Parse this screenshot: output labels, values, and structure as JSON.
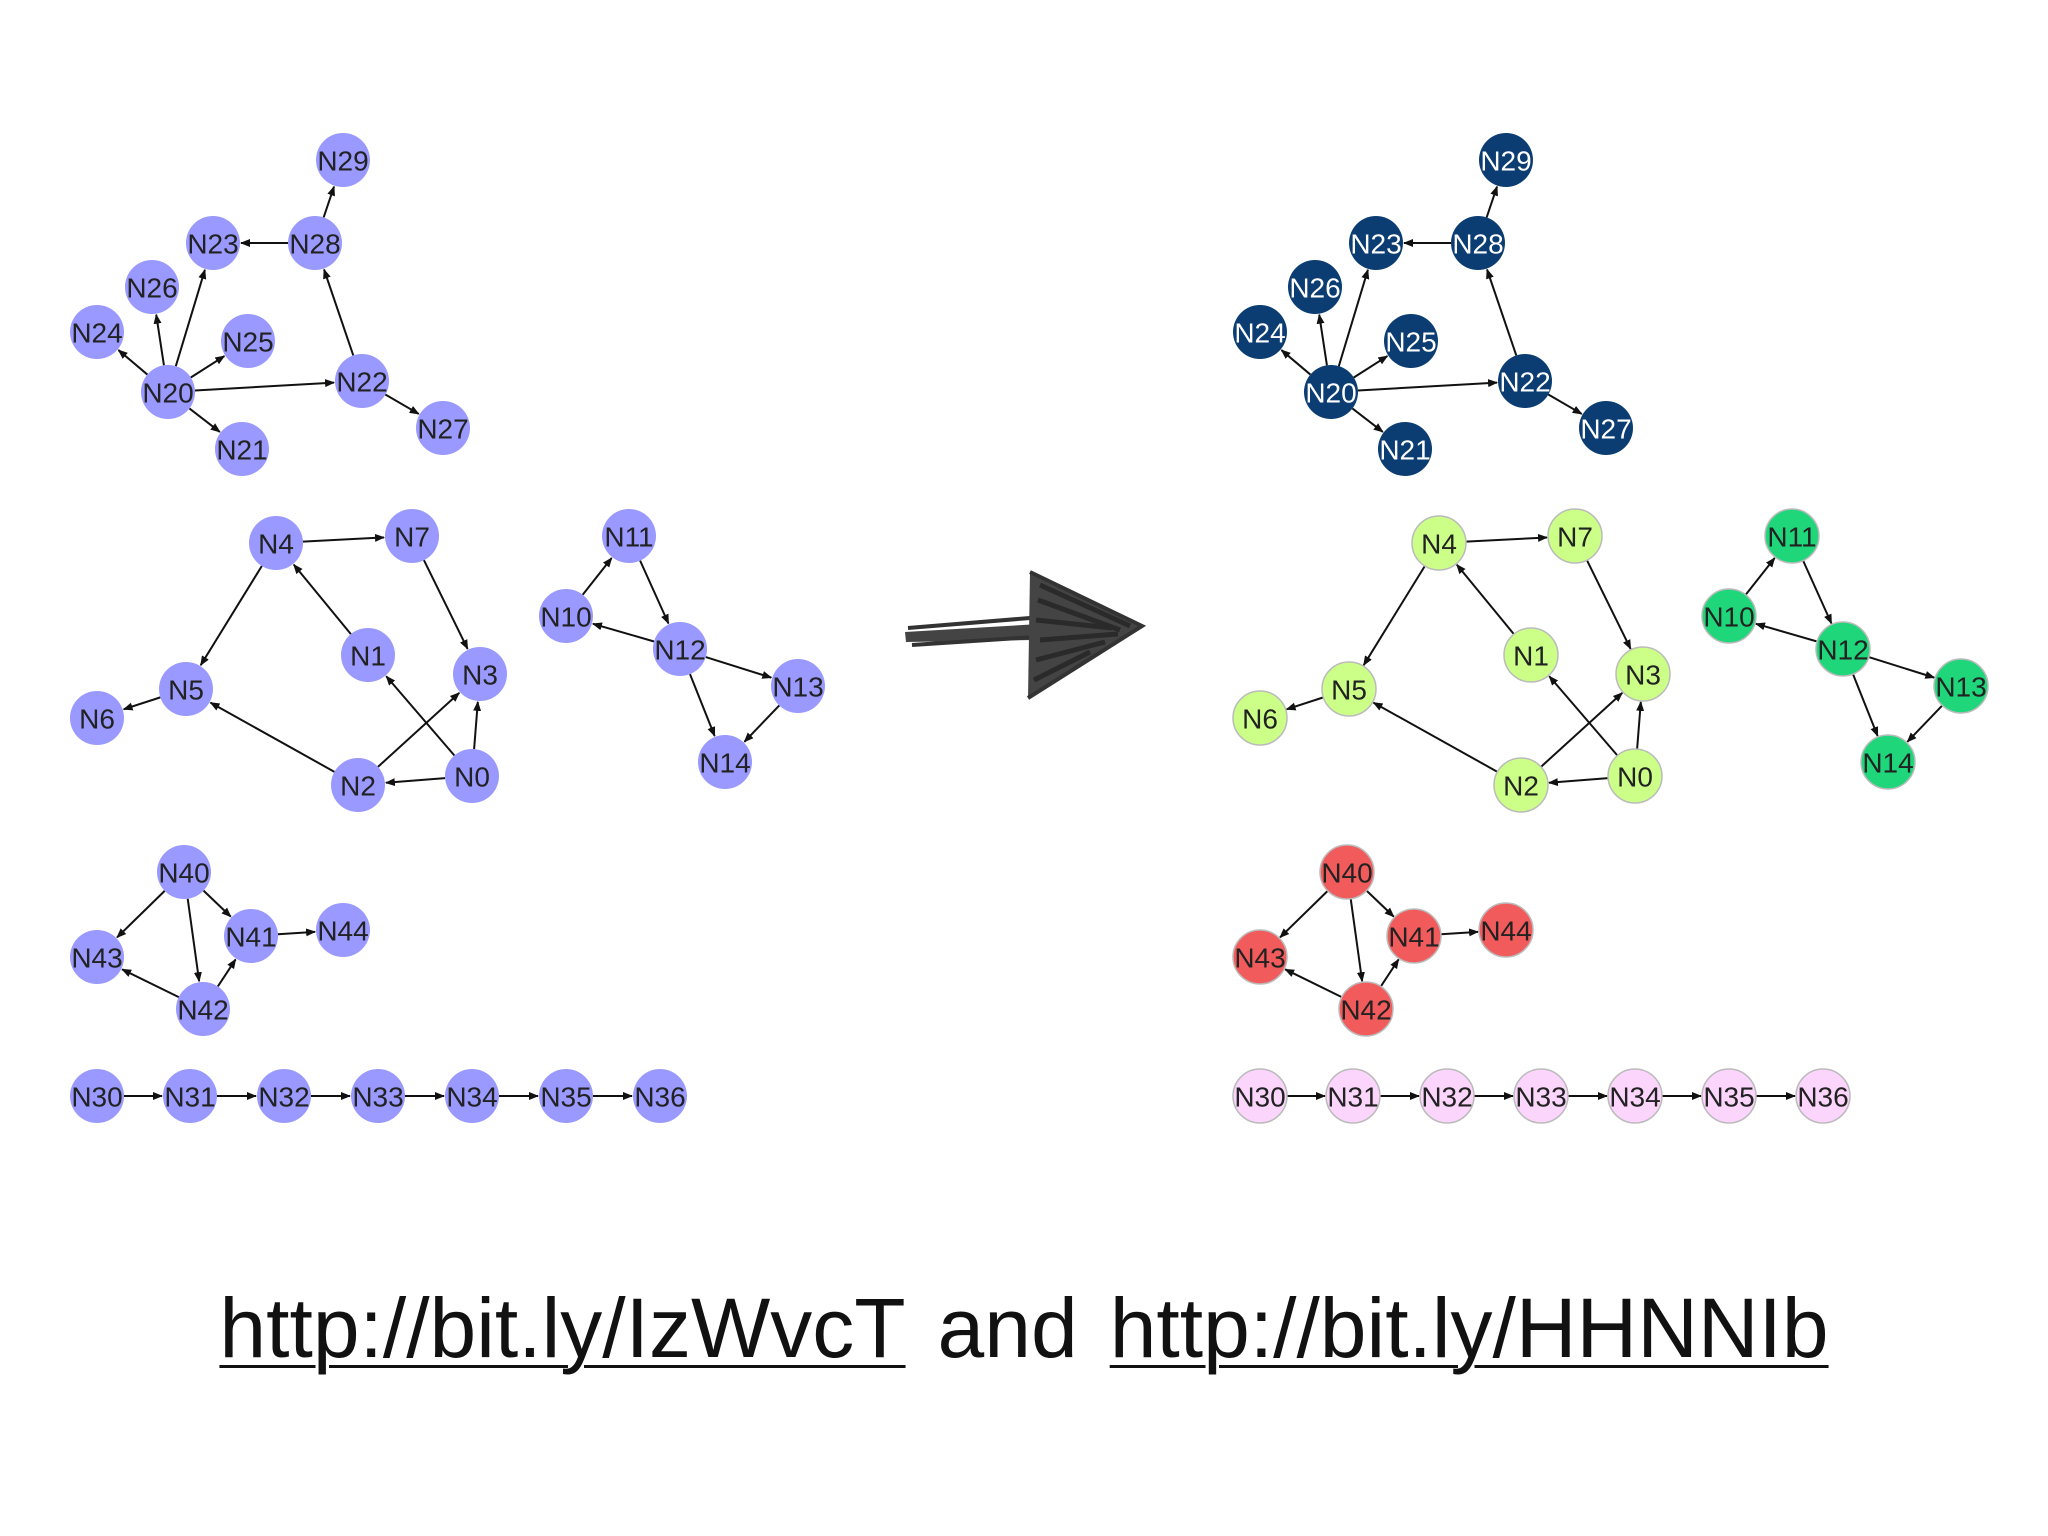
{
  "footer": {
    "link1": "http://bit.ly/IzWvcT",
    "conjunction": "and",
    "link2": "http://bit.ly/HHNNIb"
  },
  "colors": {
    "left_node": "#9999ff",
    "component_nodes": {
      "N20": "#0b3d73",
      "N0": "#ccff88",
      "N10": "#1fd67a",
      "N40": "#f25b5b",
      "N30": "#fbd5fb"
    },
    "light_label": "#ffffff",
    "dark_label": "#222222",
    "edge": "#111111",
    "arrow_glyph": "#444444"
  },
  "graph": {
    "nodes": [
      "N29",
      "N28",
      "N23",
      "N26",
      "N24",
      "N25",
      "N20",
      "N22",
      "N27",
      "N21",
      "N4",
      "N7",
      "N1",
      "N3",
      "N5",
      "N6",
      "N2",
      "N0",
      "N11",
      "N10",
      "N12",
      "N13",
      "N14",
      "N40",
      "N41",
      "N44",
      "N43",
      "N42",
      "N30",
      "N31",
      "N32",
      "N33",
      "N34",
      "N35",
      "N36"
    ],
    "edges": [
      [
        "N28",
        "N29"
      ],
      [
        "N28",
        "N23"
      ],
      [
        "N20",
        "N23"
      ],
      [
        "N20",
        "N26"
      ],
      [
        "N20",
        "N24"
      ],
      [
        "N20",
        "N25"
      ],
      [
        "N20",
        "N22"
      ],
      [
        "N20",
        "N21"
      ],
      [
        "N22",
        "N28"
      ],
      [
        "N22",
        "N27"
      ],
      [
        "N4",
        "N7"
      ],
      [
        "N4",
        "N5"
      ],
      [
        "N1",
        "N4"
      ],
      [
        "N7",
        "N3"
      ],
      [
        "N5",
        "N6"
      ],
      [
        "N2",
        "N5"
      ],
      [
        "N2",
        "N3"
      ],
      [
        "N0",
        "N2"
      ],
      [
        "N0",
        "N1"
      ],
      [
        "N0",
        "N3"
      ],
      [
        "N10",
        "N11"
      ],
      [
        "N11",
        "N12"
      ],
      [
        "N12",
        "N10"
      ],
      [
        "N12",
        "N13"
      ],
      [
        "N12",
        "N14"
      ],
      [
        "N13",
        "N14"
      ],
      [
        "N40",
        "N43"
      ],
      [
        "N40",
        "N41"
      ],
      [
        "N40",
        "N42"
      ],
      [
        "N41",
        "N44"
      ],
      [
        "N42",
        "N41"
      ],
      [
        "N42",
        "N43"
      ],
      [
        "N30",
        "N31"
      ],
      [
        "N31",
        "N32"
      ],
      [
        "N32",
        "N33"
      ],
      [
        "N33",
        "N34"
      ],
      [
        "N34",
        "N35"
      ],
      [
        "N35",
        "N36"
      ]
    ],
    "components": [
      {
        "color_key": "N20",
        "light_label": true,
        "nodes": [
          "N20",
          "N21",
          "N22",
          "N23",
          "N24",
          "N25",
          "N26",
          "N27",
          "N28",
          "N29"
        ]
      },
      {
        "color_key": "N0",
        "light_label": false,
        "nodes": [
          "N0",
          "N1",
          "N2",
          "N3",
          "N4",
          "N5",
          "N6",
          "N7"
        ]
      },
      {
        "color_key": "N10",
        "light_label": false,
        "nodes": [
          "N10",
          "N11",
          "N12",
          "N13",
          "N14"
        ]
      },
      {
        "color_key": "N40",
        "light_label": false,
        "nodes": [
          "N40",
          "N41",
          "N42",
          "N43",
          "N44"
        ]
      },
      {
        "color_key": "N30",
        "light_label": false,
        "nodes": [
          "N30",
          "N31",
          "N32",
          "N33",
          "N34",
          "N35",
          "N36"
        ]
      }
    ]
  }
}
